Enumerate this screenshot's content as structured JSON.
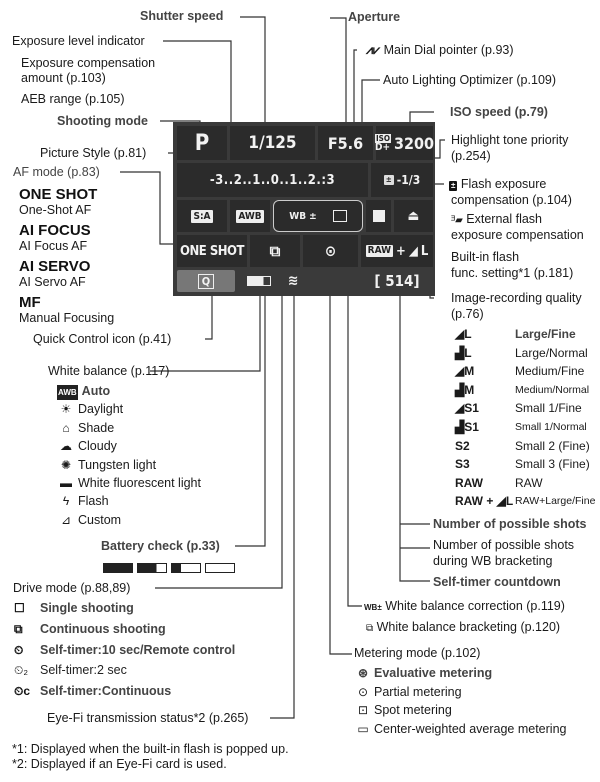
{
  "labels": {
    "shutter_speed": "Shutter speed",
    "aperture": "Aperture",
    "exposure_level_indicator": "Exposure level indicator",
    "exposure_comp": "Exposure compensation",
    "exposure_comp_page": "amount (p.103)",
    "aeb_range": "AEB range (p.105)",
    "shooting_mode": "Shooting mode",
    "main_dial_pointer": "Main Dial pointer (p.93)",
    "auto_lighting": "Auto Lighting Optimizer (p.109)",
    "iso_speed": "ISO speed (p.79)",
    "highlight_tone": "Highlight tone priority",
    "highlight_tone_page": "(p.254)",
    "flash_exp_comp": "Flash exposure",
    "flash_exp_comp_2": "compensation (p.104)",
    "ext_flash": "External flash",
    "ext_flash_2": "exposure compensation",
    "builtin_flash": "Built-in flash",
    "builtin_flash_2": "func. setting*1 (p.181)",
    "image_quality": "Image-recording quality",
    "image_quality_page": "(p.76)",
    "picture_style": "Picture Style (p.81)",
    "af_mode": "AF mode (p.83)",
    "quick_control": "Quick Control icon (p.41)",
    "white_balance": "White balance (p.117)",
    "battery_check": "Battery check (p.33)",
    "drive_mode": "Drive mode (p.88,89)",
    "eye_fi": "Eye-Fi transmission status*2 (p.265)",
    "num_shots": "Number of possible shots",
    "num_shots_wb": "Number of possible shots",
    "num_shots_wb_2": "during WB bracketing",
    "self_timer_countdown": "Self-timer countdown",
    "wb_correction": "White balance correction (p.119)",
    "wb_bracketing": "White balance bracketing (p.120)",
    "metering_mode": "Metering mode (p.102)"
  },
  "af_modes": [
    {
      "code": "ONE SHOT",
      "name": "One-Shot AF"
    },
    {
      "code": "AI FOCUS",
      "name": "AI Focus AF"
    },
    {
      "code": "AI SERVO",
      "name": "AI Servo AF"
    },
    {
      "code": "MF",
      "name": "Manual Focusing"
    }
  ],
  "white_balance_options": [
    {
      "icon": "awb-icon",
      "glyph": "AWB",
      "label": "Auto"
    },
    {
      "icon": "daylight-icon",
      "glyph": "☀",
      "label": "Daylight"
    },
    {
      "icon": "shade-icon",
      "glyph": "⌂",
      "label": "Shade"
    },
    {
      "icon": "cloudy-icon",
      "glyph": "☁",
      "label": "Cloudy"
    },
    {
      "icon": "tungsten-icon",
      "glyph": "✺",
      "label": "Tungsten light"
    },
    {
      "icon": "fluorescent-icon",
      "glyph": "▬",
      "label": "White fluorescent light"
    },
    {
      "icon": "flash-icon",
      "glyph": "ϟ",
      "label": "Flash"
    },
    {
      "icon": "custom-wb-icon",
      "glyph": "⊿",
      "label": "Custom"
    }
  ],
  "battery_levels": [
    1.0,
    0.66,
    0.33,
    0.0
  ],
  "drive_modes": [
    {
      "icon": "single-shooting-icon",
      "glyph": "☐",
      "label": "Single shooting"
    },
    {
      "icon": "continuous-shooting-icon",
      "glyph": "⧉",
      "label": "Continuous shooting"
    },
    {
      "icon": "self-timer-10-icon",
      "glyph": "⏲",
      "label": "Self-timer:10 sec/Remote control"
    },
    {
      "icon": "self-timer-2-icon",
      "glyph": "⏲₂",
      "label": "Self-timer:2 sec"
    },
    {
      "icon": "self-timer-c-icon",
      "glyph": "⏲c",
      "label": "Self-timer:Continuous"
    }
  ],
  "image_quality_options": [
    {
      "code": "◢L",
      "label": "Large/Fine"
    },
    {
      "code": "▟L",
      "label": "Large/Normal"
    },
    {
      "code": "◢M",
      "label": "Medium/Fine"
    },
    {
      "code": "▟M",
      "label": "Medium/Normal"
    },
    {
      "code": "◢S1",
      "label": "Small 1/Fine"
    },
    {
      "code": "▟S1",
      "label": "Small 1/Normal"
    },
    {
      "code": "S2",
      "label": "Small 2 (Fine)"
    },
    {
      "code": "S3",
      "label": "Small 3 (Fine)"
    },
    {
      "code": "RAW",
      "label": "RAW"
    },
    {
      "code": "RAW + ◢L",
      "label": "RAW+Large/Fine"
    }
  ],
  "metering_modes": [
    {
      "icon": "evaluative-metering-icon",
      "glyph": "⊛",
      "label": "Evaluative metering"
    },
    {
      "icon": "partial-metering-icon",
      "glyph": "⊙",
      "label": "Partial metering"
    },
    {
      "icon": "spot-metering-icon",
      "glyph": "⊡",
      "label": "Spot metering"
    },
    {
      "icon": "center-weighted-icon",
      "glyph": "▭",
      "label": "Center-weighted average metering"
    }
  ],
  "lcd": {
    "mode": "P",
    "shutter": "1/125",
    "aperture": "F5.6",
    "iso_badge": "ISO",
    "iso_dplus": "D+",
    "iso": "3200",
    "scale": "-3..2..1..0..1..2.:3",
    "flash_comp": "-1/3",
    "picture_style": "S:A",
    "wb": "AWB",
    "wb_corr": "WB ±",
    "af": "ONE SHOT",
    "quality_raw": "RAW",
    "quality_plus": "+",
    "quality_l": "L",
    "q": "Q",
    "shots": "[ 514]"
  },
  "footnotes": [
    "*1: Displayed when the built-in flash is popped up.",
    "*2: Displayed if an Eye-Fi card is used."
  ]
}
